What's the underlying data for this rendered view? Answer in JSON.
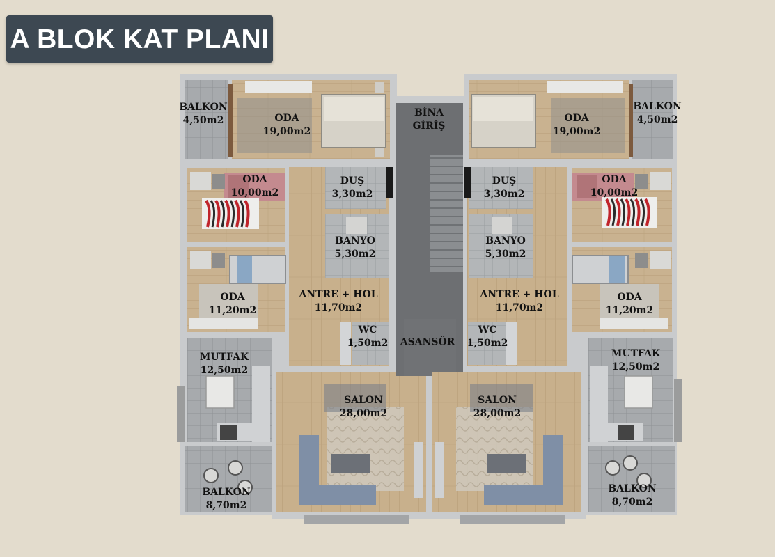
{
  "title": "A BLOK KAT PLANI",
  "rooms": {
    "balkon_tl": {
      "name": "BALKON",
      "area": "4,50m2"
    },
    "oda_tl": {
      "name": "ODA",
      "area": "19,00m2"
    },
    "bina_giris": {
      "name": "BİNA",
      "name2": "GİRİŞ"
    },
    "oda_tr": {
      "name": "ODA",
      "area": "19,00m2"
    },
    "balkon_tr": {
      "name": "BALKON",
      "area": "4,50m2"
    },
    "oda_l2": {
      "name": "ODA",
      "area": "10,00m2"
    },
    "dus_l": {
      "name": "DUŞ",
      "area": "3,30m2"
    },
    "dus_r": {
      "name": "DUŞ",
      "area": "3,30m2"
    },
    "oda_r2": {
      "name": "ODA",
      "area": "10,00m2"
    },
    "banyo_l": {
      "name": "BANYO",
      "area": "5,30m2"
    },
    "banyo_r": {
      "name": "BANYO",
      "area": "5,30m2"
    },
    "oda_l3": {
      "name": "ODA",
      "area": "11,20m2"
    },
    "antre_l": {
      "name": "ANTRE + HOL",
      "area": "11,70m2"
    },
    "antre_r": {
      "name": "ANTRE + HOL",
      "area": "11,70m2"
    },
    "oda_r3": {
      "name": "ODA",
      "area": "11,20m2"
    },
    "wc_l": {
      "name": "WC",
      "area": "1,50m2"
    },
    "asansor": {
      "name": "ASANSÖR"
    },
    "wc_r": {
      "name": "WC",
      "area": "1,50m2"
    },
    "mutfak_l": {
      "name": "MUTFAK",
      "area": "12,50m2"
    },
    "mutfak_r": {
      "name": "MUTFAK",
      "area": "12,50m2"
    },
    "salon_l": {
      "name": "SALON",
      "area": "28,00m2"
    },
    "salon_r": {
      "name": "SALON",
      "area": "28,00m2"
    },
    "balkon_bl": {
      "name": "BALKON",
      "area": "8,70m2"
    },
    "balkon_br": {
      "name": "BALKON",
      "area": "8,70m2"
    }
  },
  "colors": {
    "background": "#e3dccd",
    "title_bg": "#3d4852",
    "wall": "#c9cbcd",
    "wood_floor": "#c9b18c",
    "tile_floor": "#a9acae",
    "corridor": "#6a6c6f"
  }
}
